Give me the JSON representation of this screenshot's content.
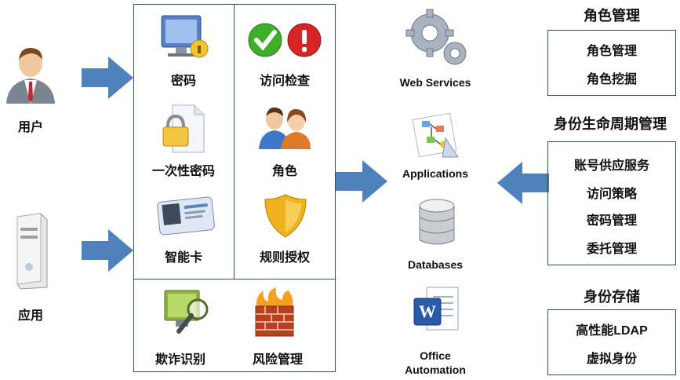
{
  "left": {
    "user_label": "用户",
    "app_label": "应用"
  },
  "auth_grid": {
    "cells": [
      {
        "label": "密码",
        "icon": "password-monitor-lock-icon"
      },
      {
        "label": "访问检查",
        "icon": "check-cross-icon"
      },
      {
        "label": "一次性密码",
        "icon": "document-lock-icon"
      },
      {
        "label": "角色",
        "icon": "people-icon"
      },
      {
        "label": "智能卡",
        "icon": "id-card-icon"
      },
      {
        "label": "规则授权",
        "icon": "shield-icon"
      },
      {
        "label": "欺诈识别",
        "icon": "monitor-magnifier-icon"
      },
      {
        "label": "风险管理",
        "icon": "firewall-icon"
      }
    ]
  },
  "resources": [
    {
      "label": "Web Services",
      "icon": "gears-icon"
    },
    {
      "label": "Applications",
      "icon": "app-chart-icon"
    },
    {
      "label": "Databases",
      "icon": "database-icon"
    },
    {
      "label_line1": "Office",
      "label_line2": "Automation",
      "icon": "word-document-icon"
    }
  ],
  "right": {
    "role_mgmt": {
      "title": "角色管理",
      "items": [
        "角色管理",
        "角色挖掘"
      ]
    },
    "lifecycle": {
      "title": "身份生命周期管理",
      "items": [
        "账号供应服务",
        "访问策略",
        "密码管理",
        "委托管理"
      ]
    },
    "storage": {
      "title": "身份存储",
      "items": [
        "高性能LDAP",
        "虚拟身份"
      ]
    }
  },
  "colors": {
    "arrow": "#4f81bd",
    "border": "#2f4f5f"
  }
}
